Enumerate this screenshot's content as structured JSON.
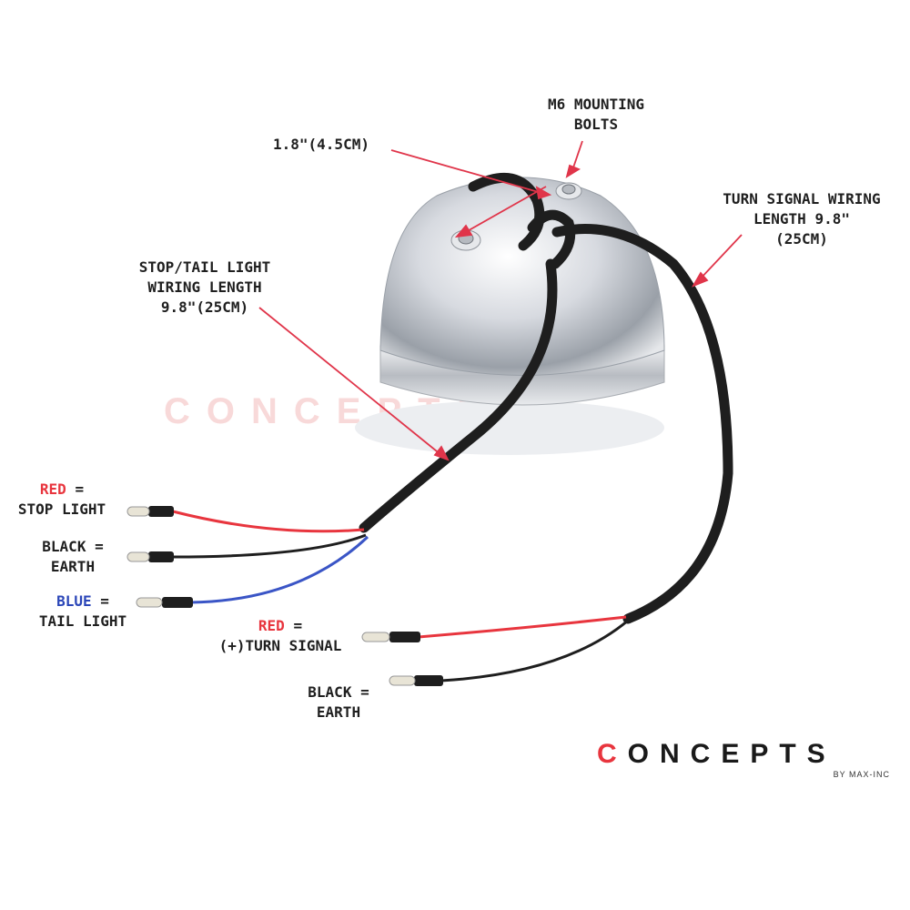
{
  "labels": {
    "m6_line1": "M6 MOUNTING",
    "m6_line2": "BOLTS",
    "bolt_spacing": "1.8\"(4.5CM)",
    "turn_line1": "TURN SIGNAL WIRING",
    "turn_line2": "LENGTH 9.8\"",
    "turn_line3": "(25CM)",
    "stop_line1": "STOP/TAIL LIGHT",
    "stop_line2": "WIRING LENGTH",
    "stop_line3": "9.8\"(25CM)",
    "red_stop_color": "RED",
    "red_stop_eq": " =",
    "red_stop_name": "STOP LIGHT",
    "black_earth1_line1": "BLACK =",
    "black_earth1_line2": "EARTH",
    "blue_color": "BLUE",
    "blue_eq": " =",
    "blue_name": "TAIL LIGHT",
    "red_turn_color": "RED",
    "red_turn_eq": " =",
    "red_turn_name": "(+)TURN SIGNAL",
    "black_earth2_line1": "BLACK =",
    "black_earth2_line2": "EARTH"
  },
  "logo": {
    "word": "CONCEPTS",
    "sub": "BY MAX-INC"
  },
  "watermark": {
    "word": "CONCEPTS",
    "sub": "BY MAX-INC"
  },
  "colors": {
    "arrow": "#e0354a",
    "wire_red": "#e8353e",
    "wire_blue": "#3a55c6",
    "wire_black": "#1e1e1e",
    "chrome": "#c9ccd2"
  }
}
